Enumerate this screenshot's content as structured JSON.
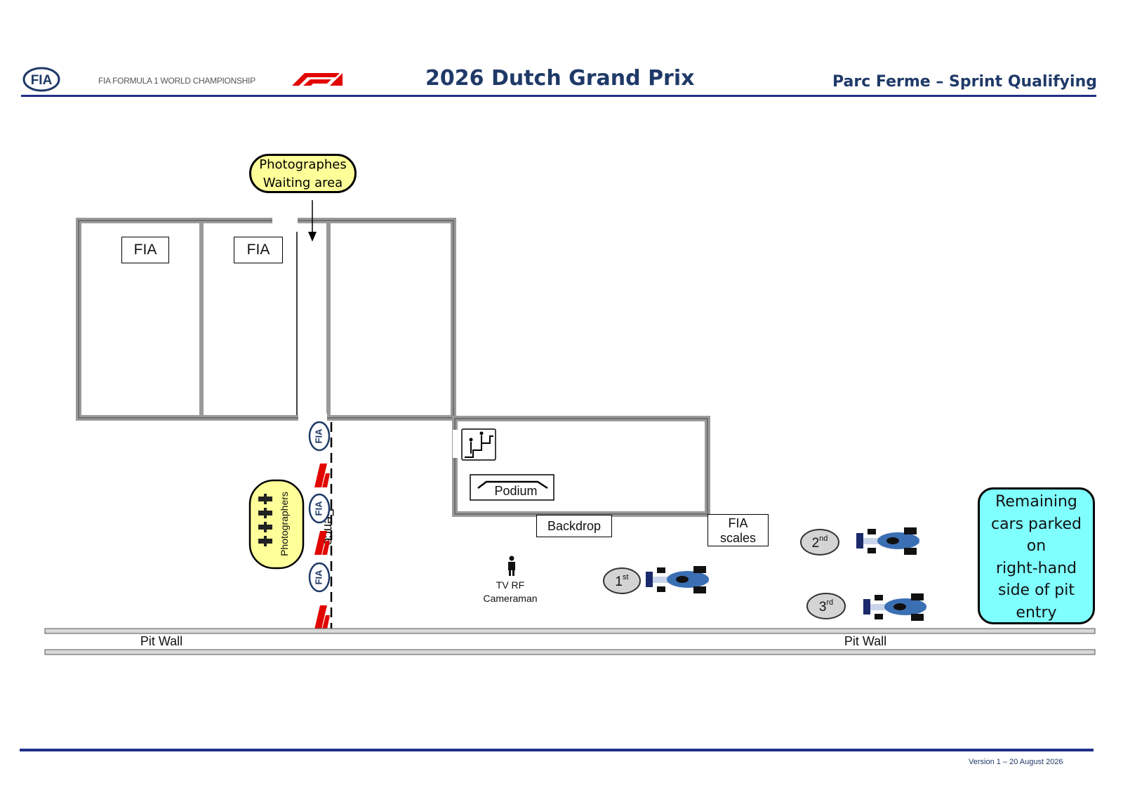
{
  "header": {
    "championship": "FIA FORMULA 1 WORLD CHAMPIONSHIP",
    "fia_logo_text": "FIA",
    "title": "2026 Dutch Grand Prix",
    "subtitle": "Parc Ferme – Sprint Qualifying"
  },
  "colors": {
    "brand_blue": "#1f3a68",
    "rule_blue": "#1f2f8a",
    "f1_red": "#e10600",
    "yellow": "#ffff99",
    "cyan": "#80ffff",
    "wall_grey": "#9a9a9a"
  },
  "diagram": {
    "photographers_waiting": [
      "Photographes",
      "Waiting area"
    ],
    "fia_box_1": "FIA",
    "fia_box_2": "FIA",
    "photographers": "Photographers",
    "fence": "Fence",
    "podium": "Podium",
    "backdrop": "Backdrop",
    "fia_scales": [
      "FIA",
      "scales"
    ],
    "tv_cameraman": [
      "TV RF",
      "Cameraman"
    ],
    "positions": [
      {
        "num": "1",
        "suffix": "st"
      },
      {
        "num": "2",
        "suffix": "nd"
      },
      {
        "num": "3",
        "suffix": "rd"
      }
    ],
    "remaining_cars": [
      "Remaining",
      "cars parked",
      "on",
      "right-hand",
      "side of pit",
      "entry"
    ],
    "pit_wall_left": "Pit Wall",
    "pit_wall_right": "Pit Wall"
  },
  "footer": {
    "version": "Version 1 – 20 August 2026"
  }
}
